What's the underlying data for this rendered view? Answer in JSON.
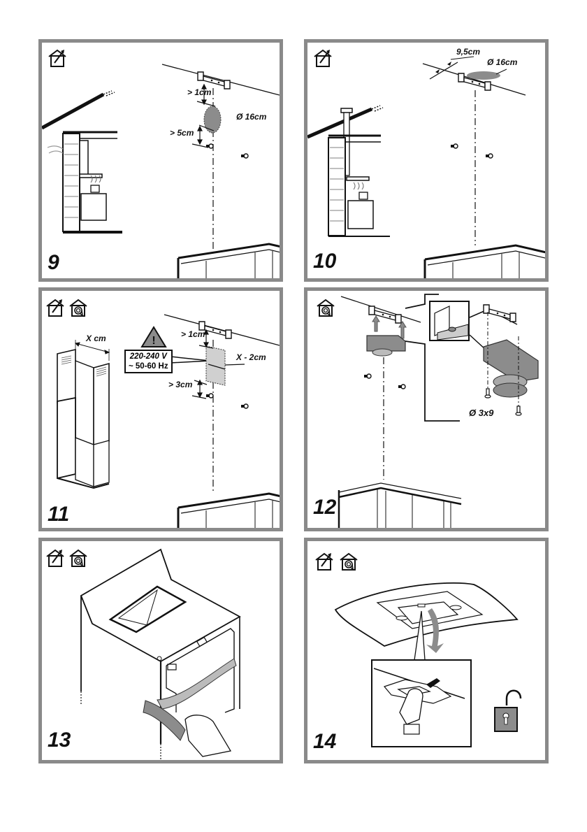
{
  "page": {
    "type": "installation-instructions",
    "panels": [
      {
        "step": "9",
        "icons": [
          "ducted-exhaust-icon"
        ],
        "labels": {
          "top_clearance": "> 1cm",
          "hole_diameter": "Ø 16cm",
          "bottom_clearance": "> 5cm"
        }
      },
      {
        "step": "10",
        "icons": [
          "ducted-exhaust-icon"
        ],
        "labels": {
          "offset": "9,5cm",
          "hole_diameter": "Ø 16cm"
        }
      },
      {
        "step": "11",
        "icons": [
          "ducted-exhaust-icon",
          "recirculation-icon"
        ],
        "labels": {
          "chimney_width": "X cm",
          "voltage": "220-240 V",
          "frequency": "~ 50-60 Hz",
          "warning_symbol": "!",
          "top_clearance": "> 1cm",
          "socket_width": "X - 2cm",
          "bottom_clearance": "> 3cm"
        }
      },
      {
        "step": "12",
        "icons": [
          "recirculation-icon"
        ],
        "labels": {
          "screw_size": "Ø 3x9"
        }
      },
      {
        "step": "13",
        "icons": [
          "ducted-exhaust-icon",
          "recirculation-icon"
        ],
        "labels": {}
      },
      {
        "step": "14",
        "icons": [
          "ducted-exhaust-icon",
          "recirculation-icon"
        ],
        "labels": {}
      }
    ],
    "colors": {
      "frame": "#8a8a8a",
      "fill_grey": "#8c8c8c",
      "light_grey": "#d0d0d0",
      "ink": "#111111"
    }
  }
}
